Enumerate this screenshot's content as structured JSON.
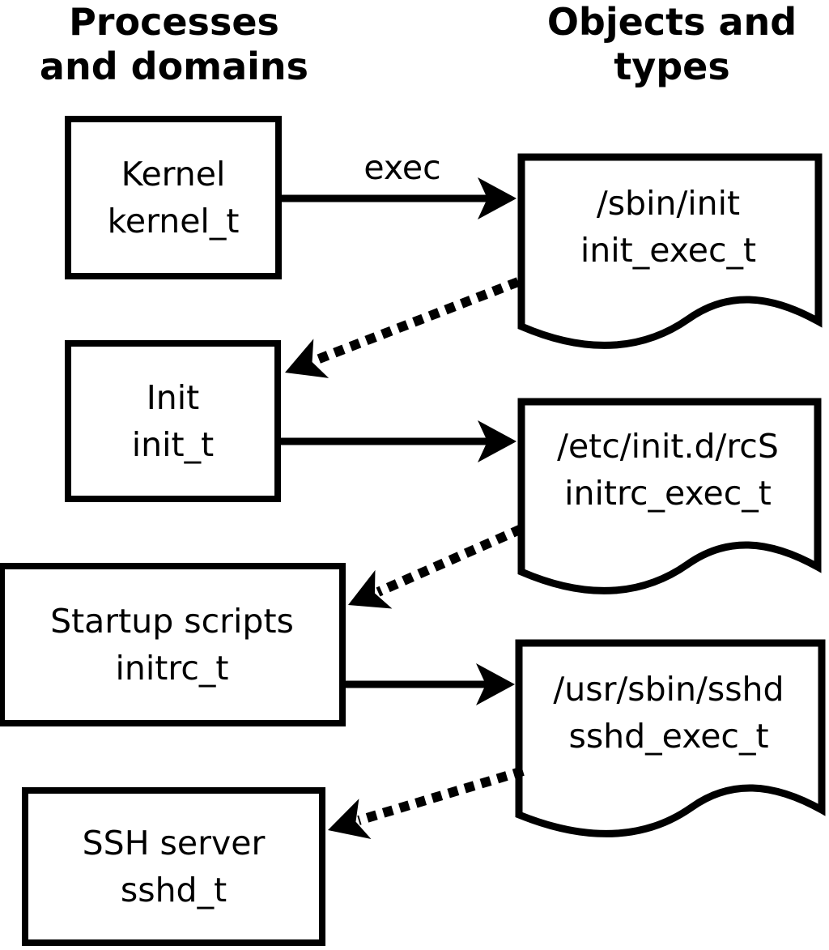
{
  "colors": {
    "ink": "#000000",
    "background": "#ffffff"
  },
  "headers": {
    "left_lines": [
      "Processes",
      "and domains"
    ],
    "right_lines": [
      "Objects and",
      "types"
    ]
  },
  "processes": [
    {
      "name": "Kernel",
      "type": "kernel_t"
    },
    {
      "name": "Init",
      "type": "init_t"
    },
    {
      "name": "Startup scripts",
      "type": "initrc_t"
    },
    {
      "name": "SSH server",
      "type": "sshd_t"
    }
  ],
  "objects": [
    {
      "path": "/sbin/init",
      "type": "init_exec_t"
    },
    {
      "path": "/etc/init.d/rcS",
      "type": "initrc_exec_t"
    },
    {
      "path": "/usr/sbin/sshd",
      "type": "sshd_exec_t"
    }
  ],
  "edges": [
    {
      "label": "exec",
      "from": "kernel_t",
      "to": "/sbin/init",
      "style": "solid"
    },
    {
      "from": "/sbin/init",
      "to": "init_t",
      "style": "dotted"
    },
    {
      "from": "init_t",
      "to": "/etc/init.d/rcS",
      "style": "solid"
    },
    {
      "from": "/etc/init.d/rcS",
      "to": "initrc_t",
      "style": "dotted"
    },
    {
      "from": "initrc_t",
      "to": "/usr/sbin/sshd",
      "style": "solid"
    },
    {
      "from": "/usr/sbin/sshd",
      "to": "sshd_t",
      "style": "dotted"
    }
  ]
}
